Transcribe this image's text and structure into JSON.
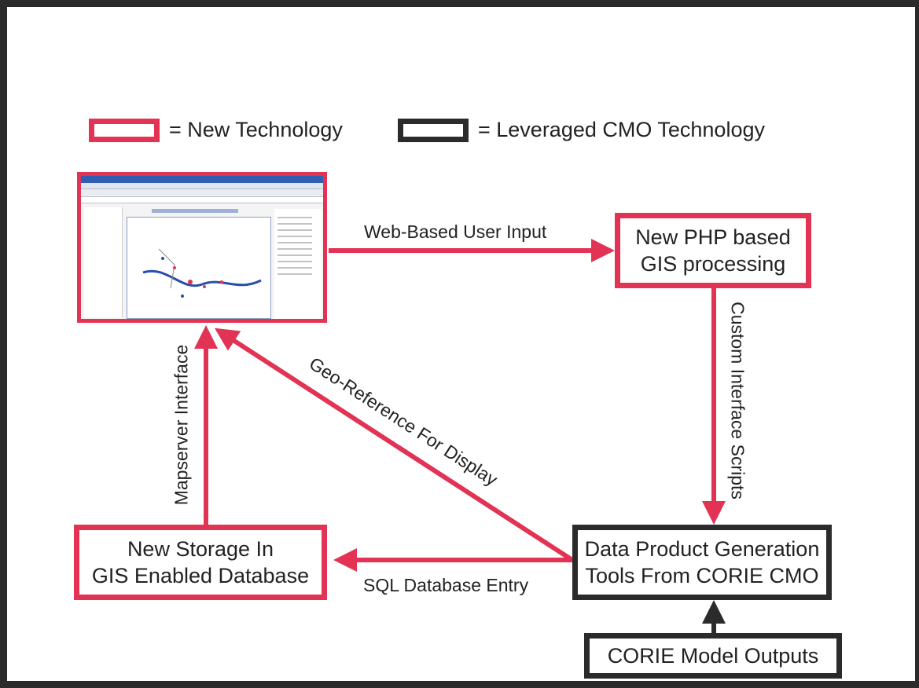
{
  "legend": {
    "new_label": "= New Technology",
    "leveraged_label": "= Leveraged CMO Technology",
    "new_color": "#e23354",
    "leveraged_color": "#2b2b2b"
  },
  "nodes": {
    "php": {
      "label": "New PHP based\nGIS processing"
    },
    "storage": {
      "label": "New Storage In\nGIS Enabled Database"
    },
    "tools": {
      "label": "Data Product Generation\nTools From CORIE CMO"
    },
    "outputs": {
      "label": "CORIE Model Outputs"
    },
    "screenshot": {
      "icon": "mapserver-browser-screenshot"
    }
  },
  "edges": {
    "web_input": "Web-Based User Input",
    "custom_scripts": "Custom Interface Scripts",
    "sql_entry": "SQL Database Entry",
    "mapserver": "Mapserver Interface",
    "georef": "Geo-Reference For Display"
  }
}
